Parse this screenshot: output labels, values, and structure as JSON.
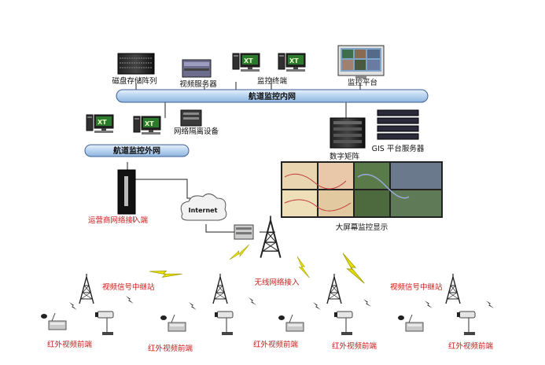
{
  "networks": {
    "internal": "航道监控内网",
    "external": "航道监控外网",
    "internet": "Internet"
  },
  "devices": {
    "disk_array": "磁盘存储阵列",
    "video_server": "视频服务器",
    "monitor_terminal": "监控终端",
    "monitor_platform": "监控平台",
    "network_isolation": "网络隔离设备",
    "digital_matrix": "数字矩阵",
    "gis_server": "GIS 平台服务器",
    "big_screen": "大屏幕监控显示",
    "carrier_access": "运营商网络接入端",
    "wireless_access": "无线网络接入",
    "relay_left": "视频信号中继站",
    "relay_right": "视频信号中继站",
    "frontend_1": "红外视频前端",
    "frontend_2": "红外视频前端",
    "frontend_3": "红外视频前端",
    "frontend_4": "红外视频前端",
    "frontend_5": "红外视频前端"
  },
  "colors": {
    "bus_fill": "#c9dff4",
    "bus_stroke": "#3a5f95",
    "label_red": "#cc1a1a",
    "lightning": "#e8e000"
  }
}
